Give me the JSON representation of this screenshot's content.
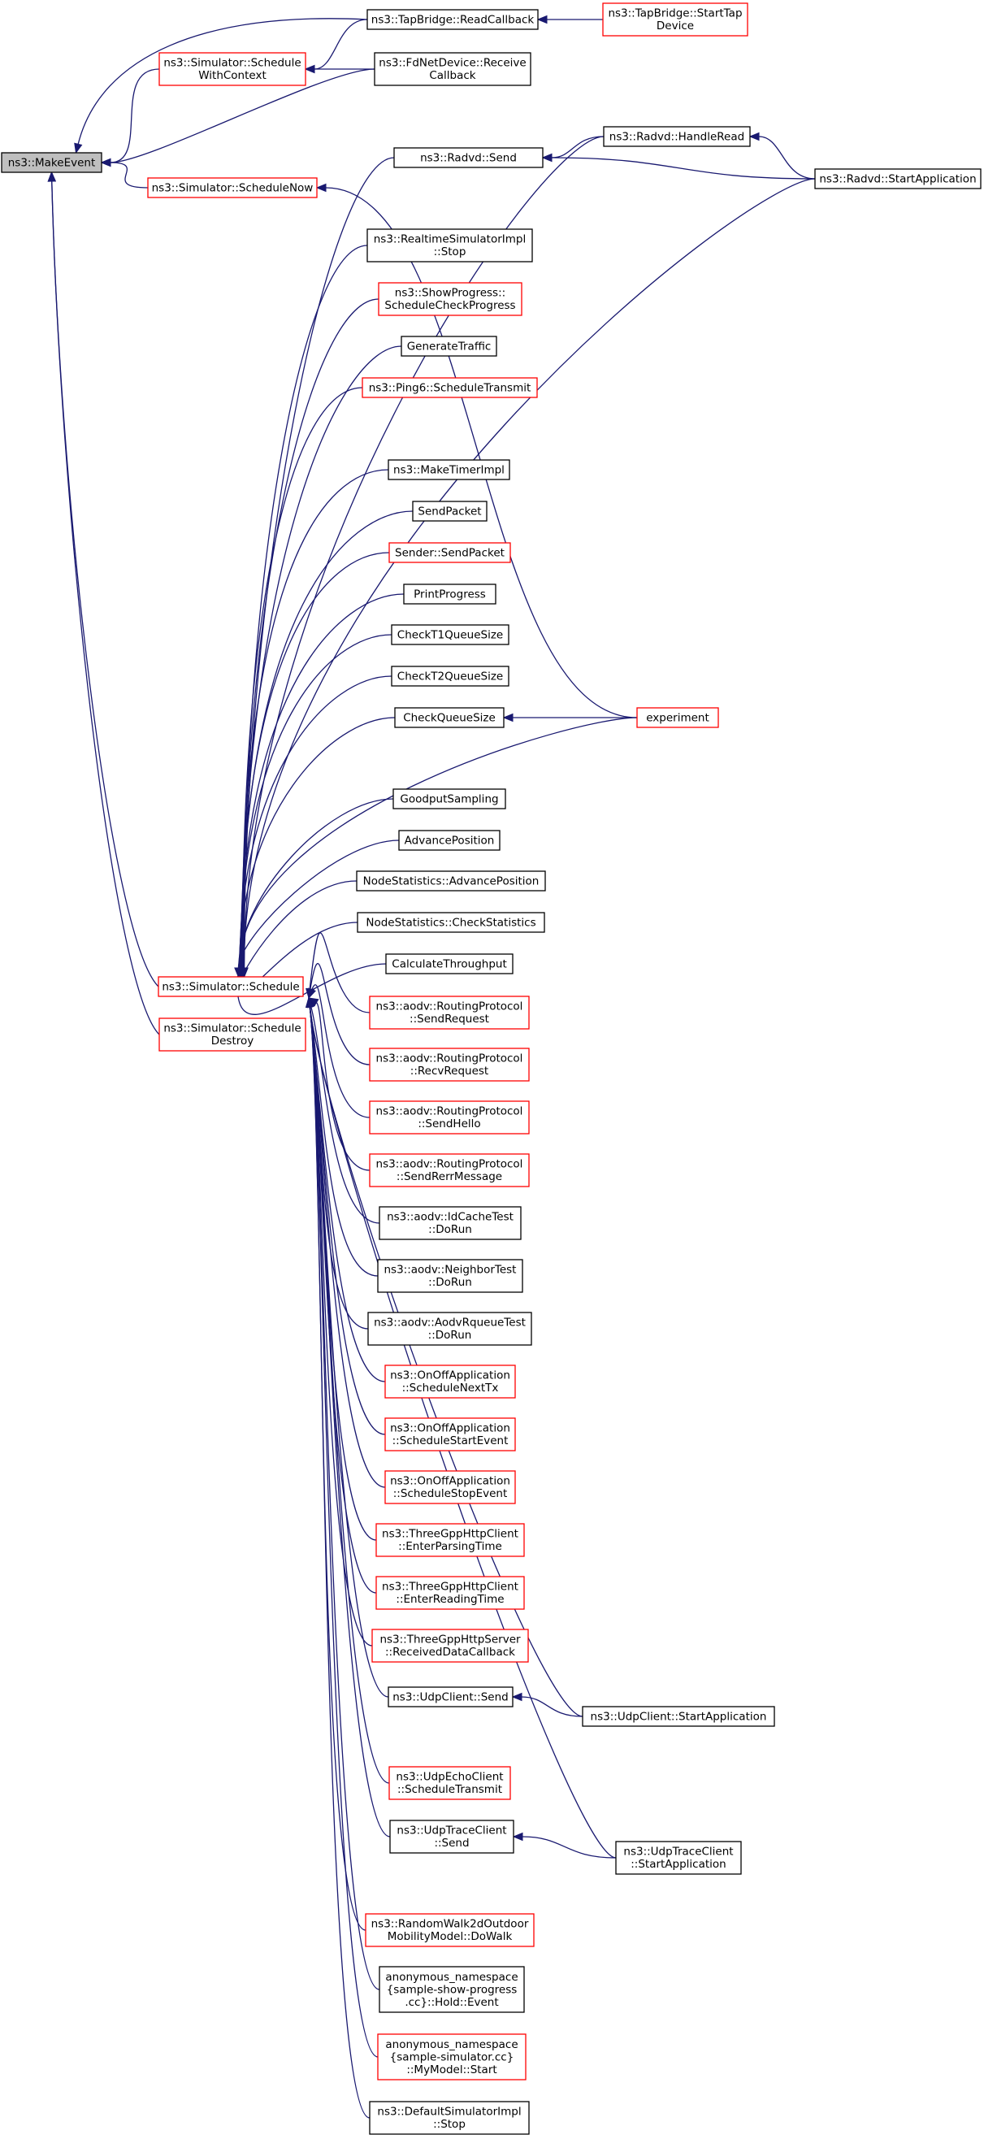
{
  "colors": {
    "edge": "#191970",
    "root_fill": "#bfbfbf",
    "node_border_documented": "#000000",
    "node_border_undocumented": "#ff0000"
  },
  "nodes": [
    {
      "id": "makeevent",
      "lines": [
        "ns3::MakeEvent"
      ],
      "style": "root"
    },
    {
      "id": "tap_readcb",
      "lines": [
        "ns3::TapBridge::ReadCallback"
      ],
      "style": "black"
    },
    {
      "id": "tap_starttap",
      "lines": [
        "ns3::TapBridge::StartTap",
        "Device"
      ],
      "style": "red"
    },
    {
      "id": "sched_ctx",
      "lines": [
        "ns3::Simulator::Schedule",
        "WithContext"
      ],
      "style": "red"
    },
    {
      "id": "fdnet_recv",
      "lines": [
        "ns3::FdNetDevice::Receive",
        "Callback"
      ],
      "style": "black"
    },
    {
      "id": "sched_now",
      "lines": [
        "ns3::Simulator::ScheduleNow"
      ],
      "style": "red"
    },
    {
      "id": "radvd_send",
      "lines": [
        "ns3::Radvd::Send"
      ],
      "style": "black"
    },
    {
      "id": "radvd_read",
      "lines": [
        "ns3::Radvd::HandleRead"
      ],
      "style": "black"
    },
    {
      "id": "radvd_start",
      "lines": [
        "ns3::Radvd::StartApplication"
      ],
      "style": "black"
    },
    {
      "id": "rt_stop",
      "lines": [
        "ns3::RealtimeSimulatorImpl",
        "::Stop"
      ],
      "style": "black"
    },
    {
      "id": "showprog",
      "lines": [
        "ns3::ShowProgress::",
        "ScheduleCheckProgress"
      ],
      "style": "red"
    },
    {
      "id": "gentraffic",
      "lines": [
        "GenerateTraffic"
      ],
      "style": "black"
    },
    {
      "id": "ping6",
      "lines": [
        "ns3::Ping6::ScheduleTransmit"
      ],
      "style": "red"
    },
    {
      "id": "maketimer",
      "lines": [
        "ns3::MakeTimerImpl"
      ],
      "style": "black"
    },
    {
      "id": "sendpacket",
      "lines": [
        "SendPacket"
      ],
      "style": "black"
    },
    {
      "id": "sender_send",
      "lines": [
        "Sender::SendPacket"
      ],
      "style": "red"
    },
    {
      "id": "printprog",
      "lines": [
        "PrintProgress"
      ],
      "style": "black"
    },
    {
      "id": "t1q",
      "lines": [
        "CheckT1QueueSize"
      ],
      "style": "black"
    },
    {
      "id": "t2q",
      "lines": [
        "CheckT2QueueSize"
      ],
      "style": "black"
    },
    {
      "id": "checkq",
      "lines": [
        "CheckQueueSize"
      ],
      "style": "black"
    },
    {
      "id": "experiment",
      "lines": [
        "experiment"
      ],
      "style": "red"
    },
    {
      "id": "goodput",
      "lines": [
        "GoodputSampling"
      ],
      "style": "black"
    },
    {
      "id": "advpos",
      "lines": [
        "AdvancePosition"
      ],
      "style": "black"
    },
    {
      "id": "ns_advpos",
      "lines": [
        "NodeStatistics::AdvancePosition"
      ],
      "style": "black"
    },
    {
      "id": "ns_check",
      "lines": [
        "NodeStatistics::CheckStatistics"
      ],
      "style": "black"
    },
    {
      "id": "calcthr",
      "lines": [
        "CalculateThroughput"
      ],
      "style": "black"
    },
    {
      "id": "sched",
      "lines": [
        "ns3::Simulator::Schedule"
      ],
      "style": "red"
    },
    {
      "id": "sched_destroy",
      "lines": [
        "ns3::Simulator::Schedule",
        "Destroy"
      ],
      "style": "red"
    },
    {
      "id": "aodv_sreq",
      "lines": [
        "ns3::aodv::RoutingProtocol",
        "::SendRequest"
      ],
      "style": "red"
    },
    {
      "id": "aodv_rreq",
      "lines": [
        "ns3::aodv::RoutingProtocol",
        "::RecvRequest"
      ],
      "style": "red"
    },
    {
      "id": "aodv_hello",
      "lines": [
        "ns3::aodv::RoutingProtocol",
        "::SendHello"
      ],
      "style": "red"
    },
    {
      "id": "aodv_rerr",
      "lines": [
        "ns3::aodv::RoutingProtocol",
        "::SendRerrMessage"
      ],
      "style": "red"
    },
    {
      "id": "aodv_idc",
      "lines": [
        "ns3::aodv::IdCacheTest",
        "::DoRun"
      ],
      "style": "black"
    },
    {
      "id": "aodv_nbr",
      "lines": [
        "ns3::aodv::NeighborTest",
        "::DoRun"
      ],
      "style": "black"
    },
    {
      "id": "aodv_rq",
      "lines": [
        "ns3::aodv::AodvRqueueTest",
        "::DoRun"
      ],
      "style": "black"
    },
    {
      "id": "onoff_next",
      "lines": [
        "ns3::OnOffApplication",
        "::ScheduleNextTx"
      ],
      "style": "red"
    },
    {
      "id": "onoff_start",
      "lines": [
        "ns3::OnOffApplication",
        "::ScheduleStartEvent"
      ],
      "style": "red"
    },
    {
      "id": "onoff_stop",
      "lines": [
        "ns3::OnOffApplication",
        "::ScheduleStopEvent"
      ],
      "style": "red"
    },
    {
      "id": "http_parse",
      "lines": [
        "ns3::ThreeGppHttpClient",
        "::EnterParsingTime"
      ],
      "style": "red"
    },
    {
      "id": "http_read",
      "lines": [
        "ns3::ThreeGppHttpClient",
        "::EnterReadingTime"
      ],
      "style": "red"
    },
    {
      "id": "http_srv",
      "lines": [
        "ns3::ThreeGppHttpServer",
        "::ReceivedDataCallback"
      ],
      "style": "red"
    },
    {
      "id": "udp_send",
      "lines": [
        "ns3::UdpClient::Send"
      ],
      "style": "black"
    },
    {
      "id": "udp_start",
      "lines": [
        "ns3::UdpClient::StartApplication"
      ],
      "style": "black"
    },
    {
      "id": "udpecho",
      "lines": [
        "ns3::UdpEchoClient",
        "::ScheduleTransmit"
      ],
      "style": "red"
    },
    {
      "id": "udptr_send",
      "lines": [
        "ns3::UdpTraceClient",
        "::Send"
      ],
      "style": "black"
    },
    {
      "id": "udptr_start",
      "lines": [
        "ns3::UdpTraceClient",
        "::StartApplication"
      ],
      "style": "black"
    },
    {
      "id": "rw2d",
      "lines": [
        "ns3::RandomWalk2dOutdoor",
        "MobilityModel::DoWalk"
      ],
      "style": "red"
    },
    {
      "id": "anon_hold",
      "lines": [
        "anonymous_namespace",
        "{sample-show-progress",
        ".cc}::Hold::Event"
      ],
      "style": "black"
    },
    {
      "id": "anon_model",
      "lines": [
        "anonymous_namespace",
        "{sample-simulator.cc}",
        "::MyModel::Start"
      ],
      "style": "red"
    },
    {
      "id": "def_stop",
      "lines": [
        "ns3::DefaultSimulatorImpl",
        "::Stop"
      ],
      "style": "black"
    }
  ],
  "edges": [
    [
      "tap_readcb",
      "makeevent"
    ],
    [
      "sched_ctx",
      "makeevent"
    ],
    [
      "fdnet_recv",
      "makeevent"
    ],
    [
      "sched_now",
      "makeevent"
    ],
    [
      "sched",
      "makeevent"
    ],
    [
      "sched_destroy",
      "makeevent"
    ],
    [
      "tap_starttap",
      "tap_readcb"
    ],
    [
      "tap_readcb",
      "sched_ctx"
    ],
    [
      "fdnet_recv",
      "sched_ctx"
    ],
    [
      "radvd_read",
      "radvd_send"
    ],
    [
      "radvd_start",
      "radvd_send"
    ],
    [
      "radvd_start",
      "radvd_read"
    ],
    [
      "experiment",
      "sched_now"
    ],
    [
      "experiment",
      "checkq"
    ],
    [
      "udp_start",
      "udp_send"
    ],
    [
      "udptr_start",
      "udptr_send"
    ],
    [
      "radvd_read",
      "sched"
    ],
    [
      "radvd_send",
      "sched"
    ],
    [
      "rt_stop",
      "sched"
    ],
    [
      "showprog",
      "sched"
    ],
    [
      "gentraffic",
      "sched"
    ],
    [
      "ping6",
      "sched"
    ],
    [
      "radvd_start",
      "sched"
    ],
    [
      "maketimer",
      "sched"
    ],
    [
      "sendpacket",
      "sched"
    ],
    [
      "sender_send",
      "sched"
    ],
    [
      "printprog",
      "sched"
    ],
    [
      "t1q",
      "sched"
    ],
    [
      "t2q",
      "sched"
    ],
    [
      "checkq",
      "sched"
    ],
    [
      "experiment",
      "sched"
    ],
    [
      "goodput",
      "sched"
    ],
    [
      "advpos",
      "sched"
    ],
    [
      "ns_advpos",
      "sched"
    ],
    [
      "ns_check",
      "sched"
    ],
    [
      "calcthr",
      "sched"
    ],
    [
      "aodv_sreq",
      "sched"
    ],
    [
      "aodv_rreq",
      "sched"
    ],
    [
      "aodv_hello",
      "sched"
    ],
    [
      "aodv_rerr",
      "sched"
    ],
    [
      "aodv_idc",
      "sched"
    ],
    [
      "aodv_nbr",
      "sched"
    ],
    [
      "aodv_rq",
      "sched"
    ],
    [
      "onoff_next",
      "sched"
    ],
    [
      "onoff_start",
      "sched"
    ],
    [
      "onoff_stop",
      "sched"
    ],
    [
      "http_parse",
      "sched"
    ],
    [
      "http_read",
      "sched"
    ],
    [
      "http_srv",
      "sched"
    ],
    [
      "udp_send",
      "sched"
    ],
    [
      "udp_start",
      "sched"
    ],
    [
      "udpecho",
      "sched"
    ],
    [
      "udptr_send",
      "sched"
    ],
    [
      "udptr_start",
      "sched"
    ],
    [
      "rw2d",
      "sched"
    ],
    [
      "anon_hold",
      "sched"
    ],
    [
      "anon_model",
      "sched"
    ],
    [
      "def_stop",
      "sched"
    ]
  ]
}
